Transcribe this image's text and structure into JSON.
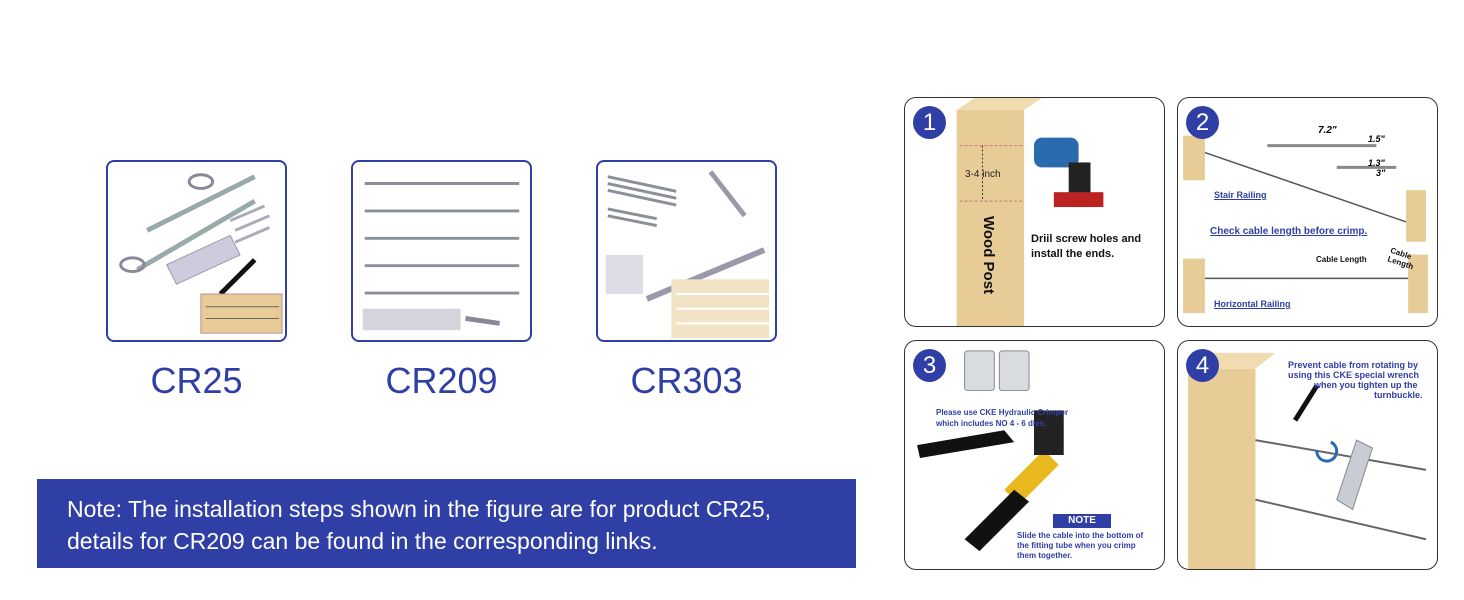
{
  "products": [
    {
      "name": "CR25"
    },
    {
      "name": "CR209"
    },
    {
      "name": "CR303"
    }
  ],
  "note": {
    "line1": "Note: The installation steps shown in the figure are for product CR25,",
    "line2": "details for CR209 can be found in the corresponding links."
  },
  "steps": [
    {
      "number": "1",
      "dimension": "3-4 inch",
      "post_label": "Wood Post",
      "instruction_line1": "Driil screw holes and",
      "instruction_line2": "install the ends."
    },
    {
      "number": "2",
      "dim_a": "7.2\"",
      "dim_b": "1.5\"",
      "dim_c": "1.3\"",
      "dim_d": "3\"",
      "stair_label": "Stair Railing",
      "check_label": "Check cable length before crimp.",
      "cable_length_1": "Cable Length",
      "cable_length_2": "Cable Length",
      "horizontal_label": "Horizontal Railing"
    },
    {
      "number": "3",
      "crimper_line1": "Please use CKE Hydraulic Crimper",
      "crimper_line2": "which includes NO 4 - 6 dies.",
      "note_badge": "NOTE",
      "slide_line1": "Slide the cable into the bottom of",
      "slide_line2": "the fitting tube when you crimp",
      "slide_line3": "them together."
    },
    {
      "number": "4",
      "tip_line1": "Prevent cable from rotating by",
      "tip_line2": "using this CKE special wrench",
      "tip_line3": "when you tighten up the",
      "tip_line4": "turnbuckle."
    }
  ],
  "colors": {
    "brand_blue": "#2f3fa6",
    "wood": "#e8cc98"
  }
}
